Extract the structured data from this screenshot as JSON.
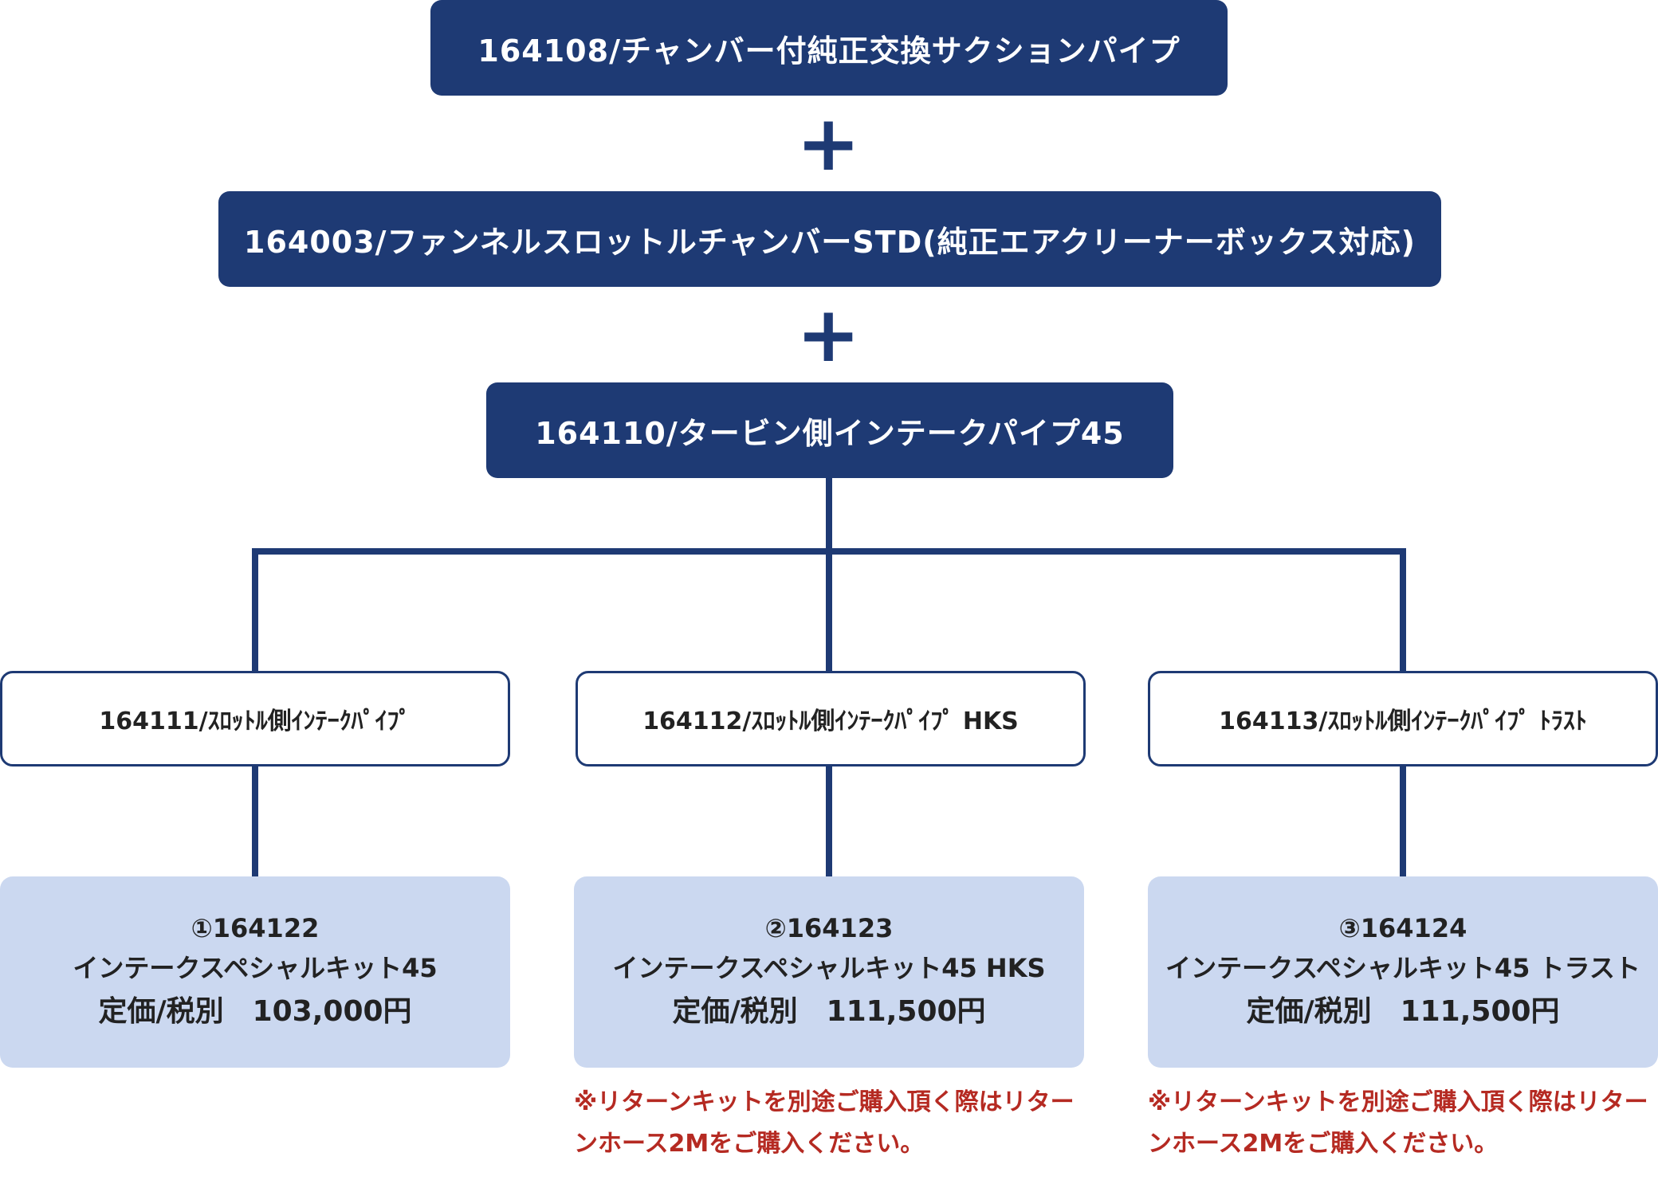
{
  "colors": {
    "navy": "#1e3a74",
    "kit_bg": "#cbd8f0",
    "note_red": "#b52a22"
  },
  "top_boxes": [
    "164108/チャンバー付純正交換サクションパイプ",
    "164003/ファンネルスロットルチャンバーSTD(純正エアクリーナーボックス対応)",
    "164110/タービン側インテークパイプ45"
  ],
  "plus_symbol": "+",
  "pipes": [
    "164111/ｽﾛｯﾄﾙ側ｲﾝﾃｰｸﾊﾟｲﾌﾟ",
    "164112/ｽﾛｯﾄﾙ側ｲﾝﾃｰｸﾊﾟｲﾌﾟ HKS",
    "164113/ｽﾛｯﾄﾙ側ｲﾝﾃｰｸﾊﾟｲﾌﾟ ﾄﾗｽﾄ"
  ],
  "kits": [
    {
      "id": "①164122",
      "name": "インテークスペシャルキット45",
      "price": "定価/税別　103,000円"
    },
    {
      "id": "②164123",
      "name": "インテークスペシャルキット45 HKS",
      "price": "定価/税別　111,500円"
    },
    {
      "id": "③164124",
      "name": "インテークスペシャルキット45 トラスト",
      "price": "定価/税別　111,500円"
    }
  ],
  "notes": [
    "※リターンキットを別途ご購入頂く際はリターンホース2Mをご購入ください。",
    "※リターンキットを別途ご購入頂く際はリターンホース2Mをご購入ください。"
  ]
}
